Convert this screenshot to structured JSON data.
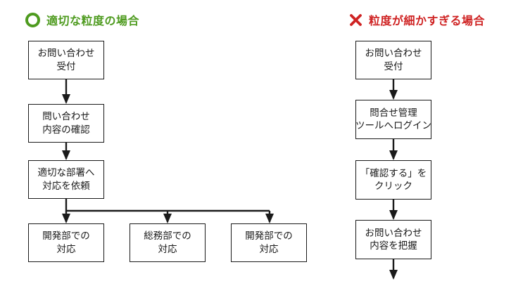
{
  "colors": {
    "ok_green": "#4e9b1f",
    "ng_red": "#cf2323"
  },
  "icons": {
    "left_header_icon": "circle-ok-icon",
    "right_header_icon": "cross-ng-icon"
  },
  "left_flow": {
    "title": "適切な粒度の場合",
    "steps": {
      "step1": "お問い合わせ\n受付",
      "step2": "問い合わせ\n内容の確認",
      "step3": "適切な部署へ\n対応を依頼",
      "branch1": "開発部での\n対応",
      "branch2": "総務部での\n対応",
      "branch3": "開発部での\n対応"
    }
  },
  "right_flow": {
    "title": "粒度が細かすぎる場合",
    "steps": {
      "step1": "お問い合わせ\n受付",
      "step2": "問合せ管理\nツールへログイン",
      "step3": "「確認する」を\nクリック",
      "step4": "お問い合わせ\n内容を把握"
    }
  }
}
